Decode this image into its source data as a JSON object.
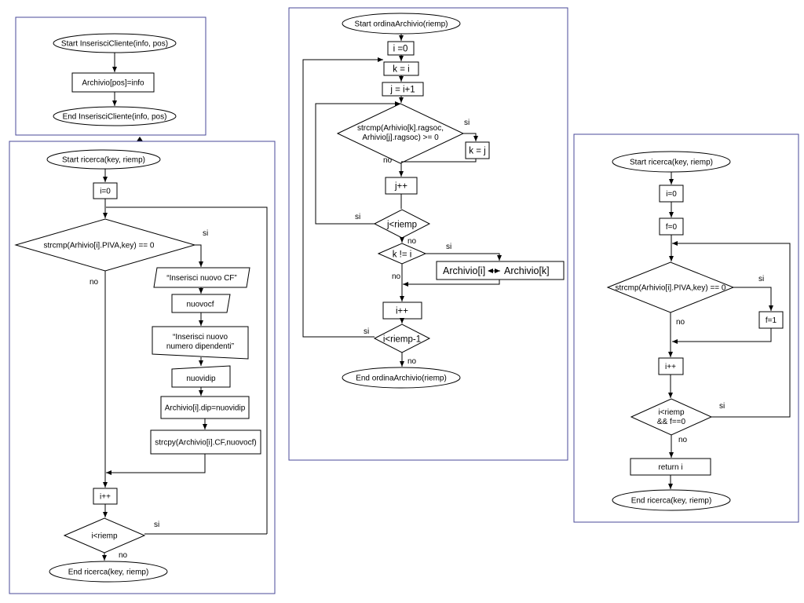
{
  "panels": {
    "inserisci": {
      "start": "Start InserisciCliente(info, pos)",
      "step": "Archivio[pos]=info",
      "end": "End InserisciCliente(info, pos)"
    },
    "ricerca1": {
      "start": "Start ricerca(key, riemp)",
      "init": "i=0",
      "cond": "strcmp(Arhivio[i].PIVA,key) == 0",
      "yes": "si",
      "no": "no",
      "out1": "“Inserisci  nuovo CF”",
      "in1": "nuovocf",
      "out2_line1": "“Inserisci  nuovo",
      "out2_line2": "numero dipendenti”",
      "in2": "nuovidip",
      "assign": "Archivio[i].dip=nuovidip",
      "copy": "strcpy(Archivio[i].CF,nuovocf)",
      "inc": "i++",
      "loop": "i<riemp",
      "loop_yes": "si",
      "loop_no": "no",
      "end": "End ricerca(key, riemp)"
    },
    "ordina": {
      "start": "Start ordinaArchivio(riemp)",
      "init_i": "i =0",
      "set_k": "k = i",
      "set_j": "j = i+1",
      "cond_line1": "strcmp(Arhivio[k].ragsoc,",
      "cond_line2": "Arhivio[j].ragsoc) >= 0",
      "cond_yes": "si",
      "cond_no": "no",
      "assign_k": "k = j",
      "inc_j": "j++",
      "loop_j": "j<riemp",
      "loop_j_yes": "si",
      "loop_j_no": "no",
      "cond_k": "k != i",
      "cond_k_yes": "si",
      "cond_k_no": "no",
      "swap_left": "Archivio[i]",
      "swap_right": "Archivio[k]",
      "inc_i": "i++",
      "loop_i": "i<riemp-1",
      "loop_i_yes": "si",
      "loop_i_no": "no",
      "end": "End ordinaArchivio(riemp)"
    },
    "ricerca2": {
      "start": "Start ricerca(key, riemp)",
      "init_i": "i=0",
      "init_f": "f=0",
      "cond": "strcmp(Arhivio[i].PIVA,key) == 0",
      "cond_yes": "si",
      "cond_no": "no",
      "set_f": "f=1",
      "inc": "i++",
      "loop_line1": "i<riemp",
      "loop_line2": "&& f==0",
      "loop_yes": "si",
      "loop_no": "no",
      "ret": "return  i",
      "end": "End ricerca(key, riemp)"
    }
  }
}
